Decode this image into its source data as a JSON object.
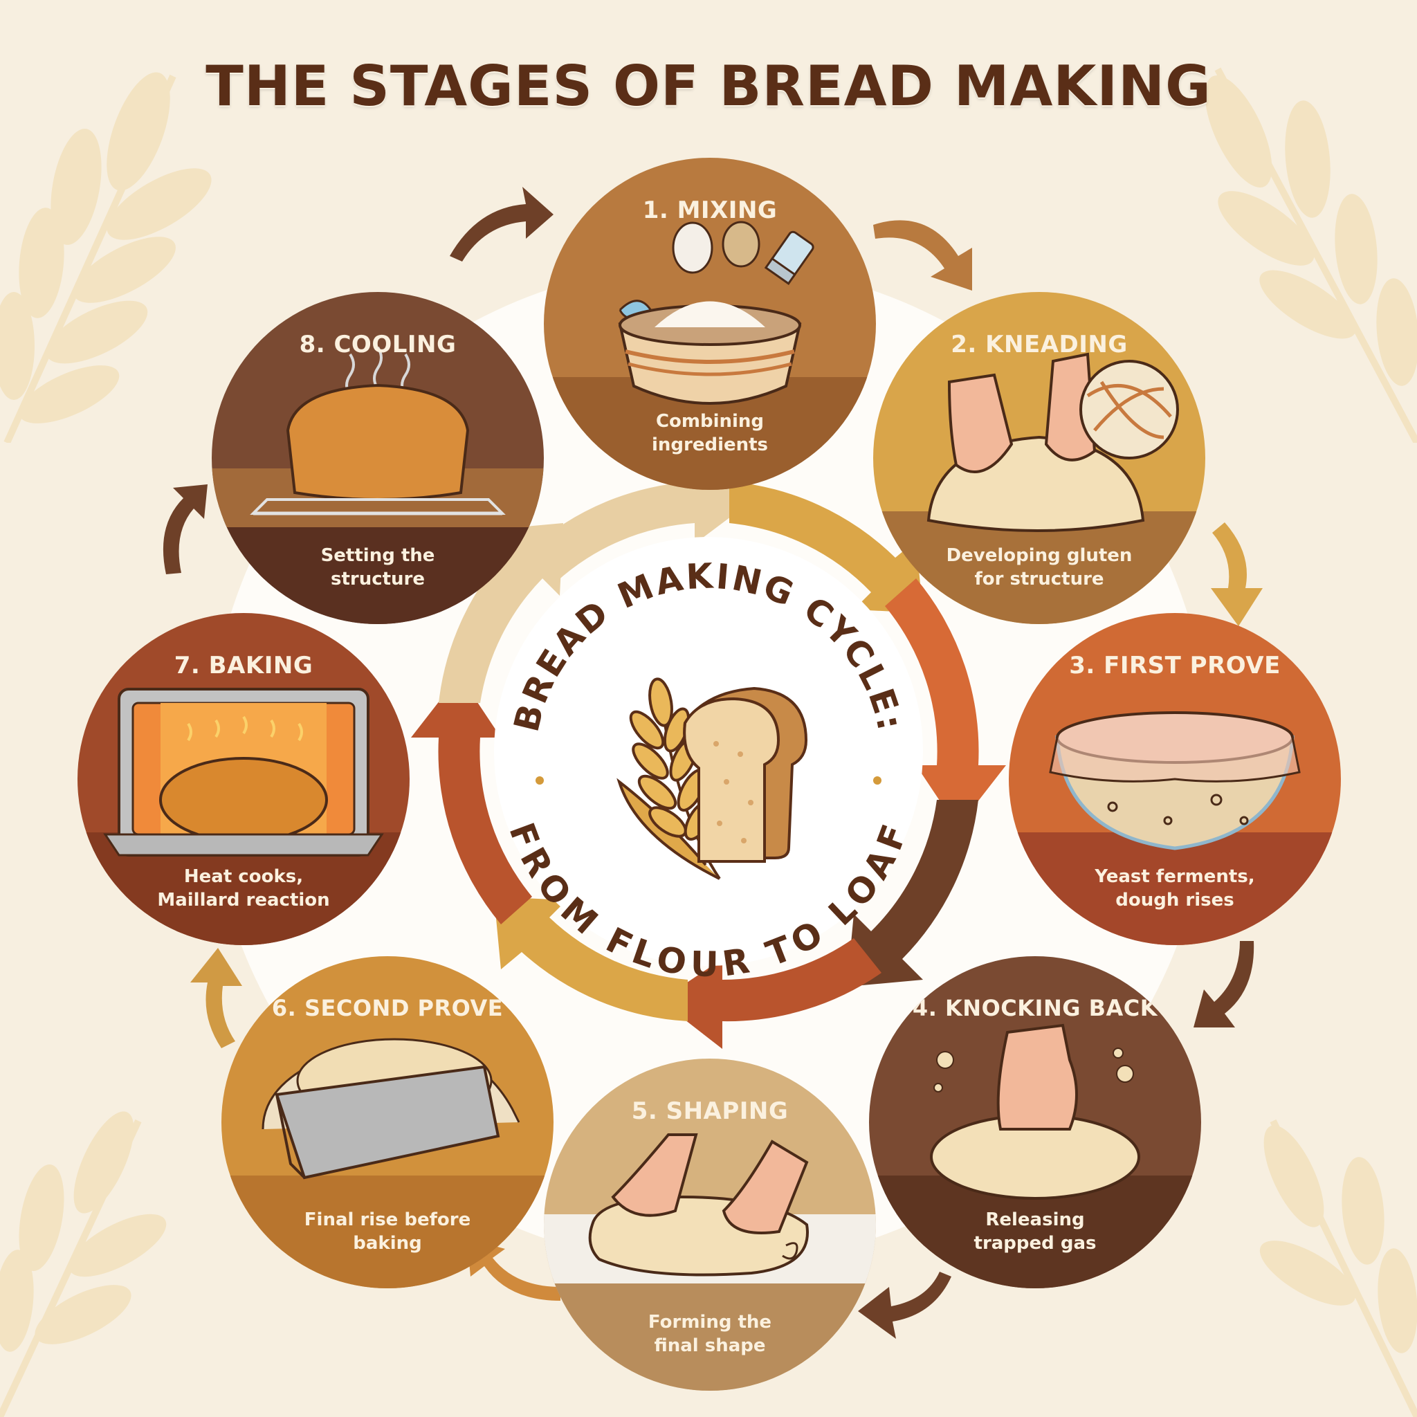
{
  "title": "THE STAGES OF BREAD MAKING",
  "center": {
    "top_text": "BREAD MAKING CYCLE:",
    "bottom_text": "FROM FLOUR TO LOAF",
    "icons": [
      "wheat-icon",
      "bread-slice-icon"
    ]
  },
  "stages": [
    {
      "number": 1,
      "title": "1. MIXING",
      "desc_line1": "Combining",
      "desc_line2": "ingredients",
      "color": "#b87a3f",
      "floor": "#9a5f2e",
      "icon": "mixing-bowl-icon"
    },
    {
      "number": 2,
      "title": "2. KNEADING",
      "desc_line1": "Developing gluten",
      "desc_line2": "for structure",
      "color": "#d9a54a",
      "floor": "#a8713a",
      "icon": "kneading-hands-icon"
    },
    {
      "number": 3,
      "title": "3. FIRST PROVE",
      "desc_line1": "Yeast ferments,",
      "desc_line2": "dough rises",
      "color": "#d06a34",
      "floor": "#a4472a",
      "icon": "covered-bowl-icon"
    },
    {
      "number": 4,
      "title": "4. KNOCKING BACK",
      "desc_line1": "Releasing",
      "desc_line2": "trapped gas",
      "color": "#7a4a32",
      "floor": "#5e3521",
      "icon": "fist-dough-icon"
    },
    {
      "number": 5,
      "title": "5. SHAPING",
      "desc_line1": "Forming the",
      "desc_line2": "final shape",
      "color": "#d6b27e",
      "floor": "#b88d5c",
      "icon": "shaping-hands-icon"
    },
    {
      "number": 6,
      "title": "6. SECOND PROVE",
      "desc_line1": "Final rise before",
      "desc_line2": "baking",
      "color": "#d1913c",
      "floor": "#b8752e",
      "icon": "loaf-tin-icon"
    },
    {
      "number": 7,
      "title": "7. BAKING",
      "desc_line1": "Heat cooks,",
      "desc_line2": "Maillard reaction",
      "color": "#a04a2a",
      "floor": "#843a20",
      "icon": "oven-icon"
    },
    {
      "number": 8,
      "title": "8. COOLING",
      "desc_line1": "Setting the",
      "desc_line2": "structure",
      "color": "#7a4a32",
      "floor": "#5a3020",
      "icon": "cooling-rack-icon"
    }
  ],
  "ring_arrow_colors": [
    "#e8cfa3",
    "#dba648",
    "#d76a36",
    "#6e4028",
    "#b9542d",
    "#dba648",
    "#b9542d",
    "#e8cfa3"
  ],
  "outer_arrow_colors": [
    "#b87a3f",
    "#d9a54a",
    "#6e4028",
    "#6e4028",
    "#d08a3c",
    "#d09a44",
    "#6e4028",
    "#5f3520"
  ]
}
